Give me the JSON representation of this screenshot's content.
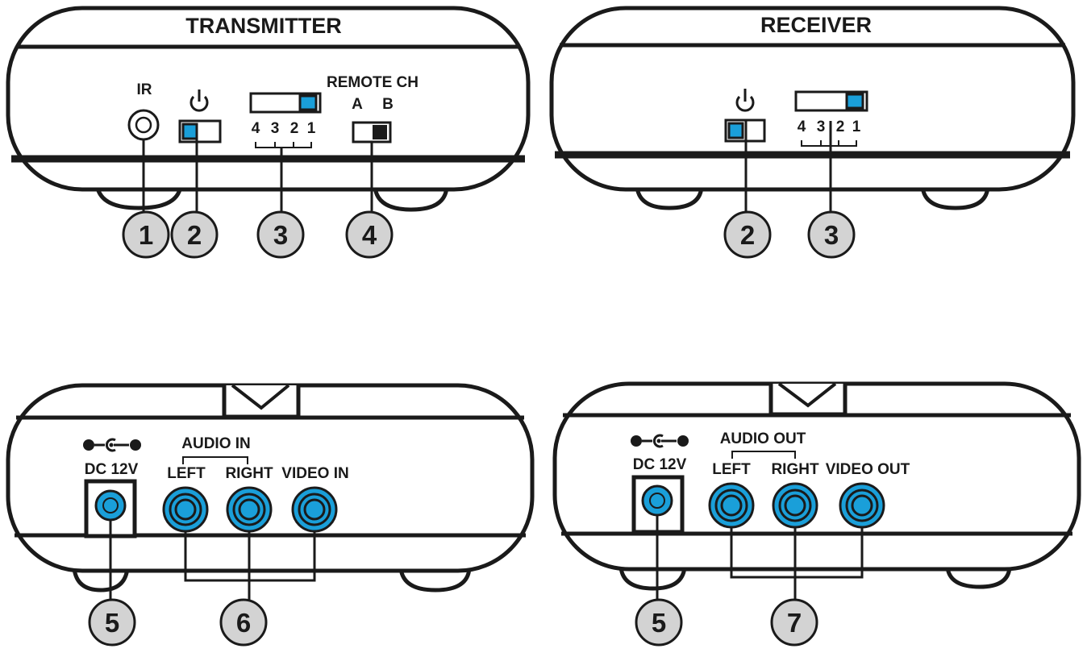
{
  "colors": {
    "accent": "#1a9fd9",
    "callout": "#d3d3d3",
    "line": "#1a1a1a"
  },
  "transmitter_front": {
    "title": "TRANSMITTER",
    "ir_label": "IR",
    "power_icon": "power-icon",
    "channel_numbers": [
      "4",
      "3",
      "2",
      "1"
    ],
    "remote_ch_label": "REMOTE CH",
    "remote_a": "A",
    "remote_b": "B",
    "callouts": [
      "1",
      "2",
      "3",
      "4"
    ]
  },
  "receiver_front": {
    "title": "RECEIVER",
    "power_icon": "power-icon",
    "channel_numbers": [
      "4",
      "3",
      "2",
      "1"
    ],
    "callouts": [
      "2",
      "3"
    ]
  },
  "transmitter_back": {
    "dc_label": "DC 12V",
    "audio_label": "AUDIO IN",
    "left_label": "LEFT",
    "right_label": "RIGHT",
    "video_label": "VIDEO IN",
    "callouts": [
      "5",
      "6"
    ]
  },
  "receiver_back": {
    "dc_label": "DC 12V",
    "audio_label": "AUDIO OUT",
    "left_label": "LEFT",
    "right_label": "RIGHT",
    "video_label": "VIDEO OUT",
    "callouts": [
      "5",
      "7"
    ]
  }
}
